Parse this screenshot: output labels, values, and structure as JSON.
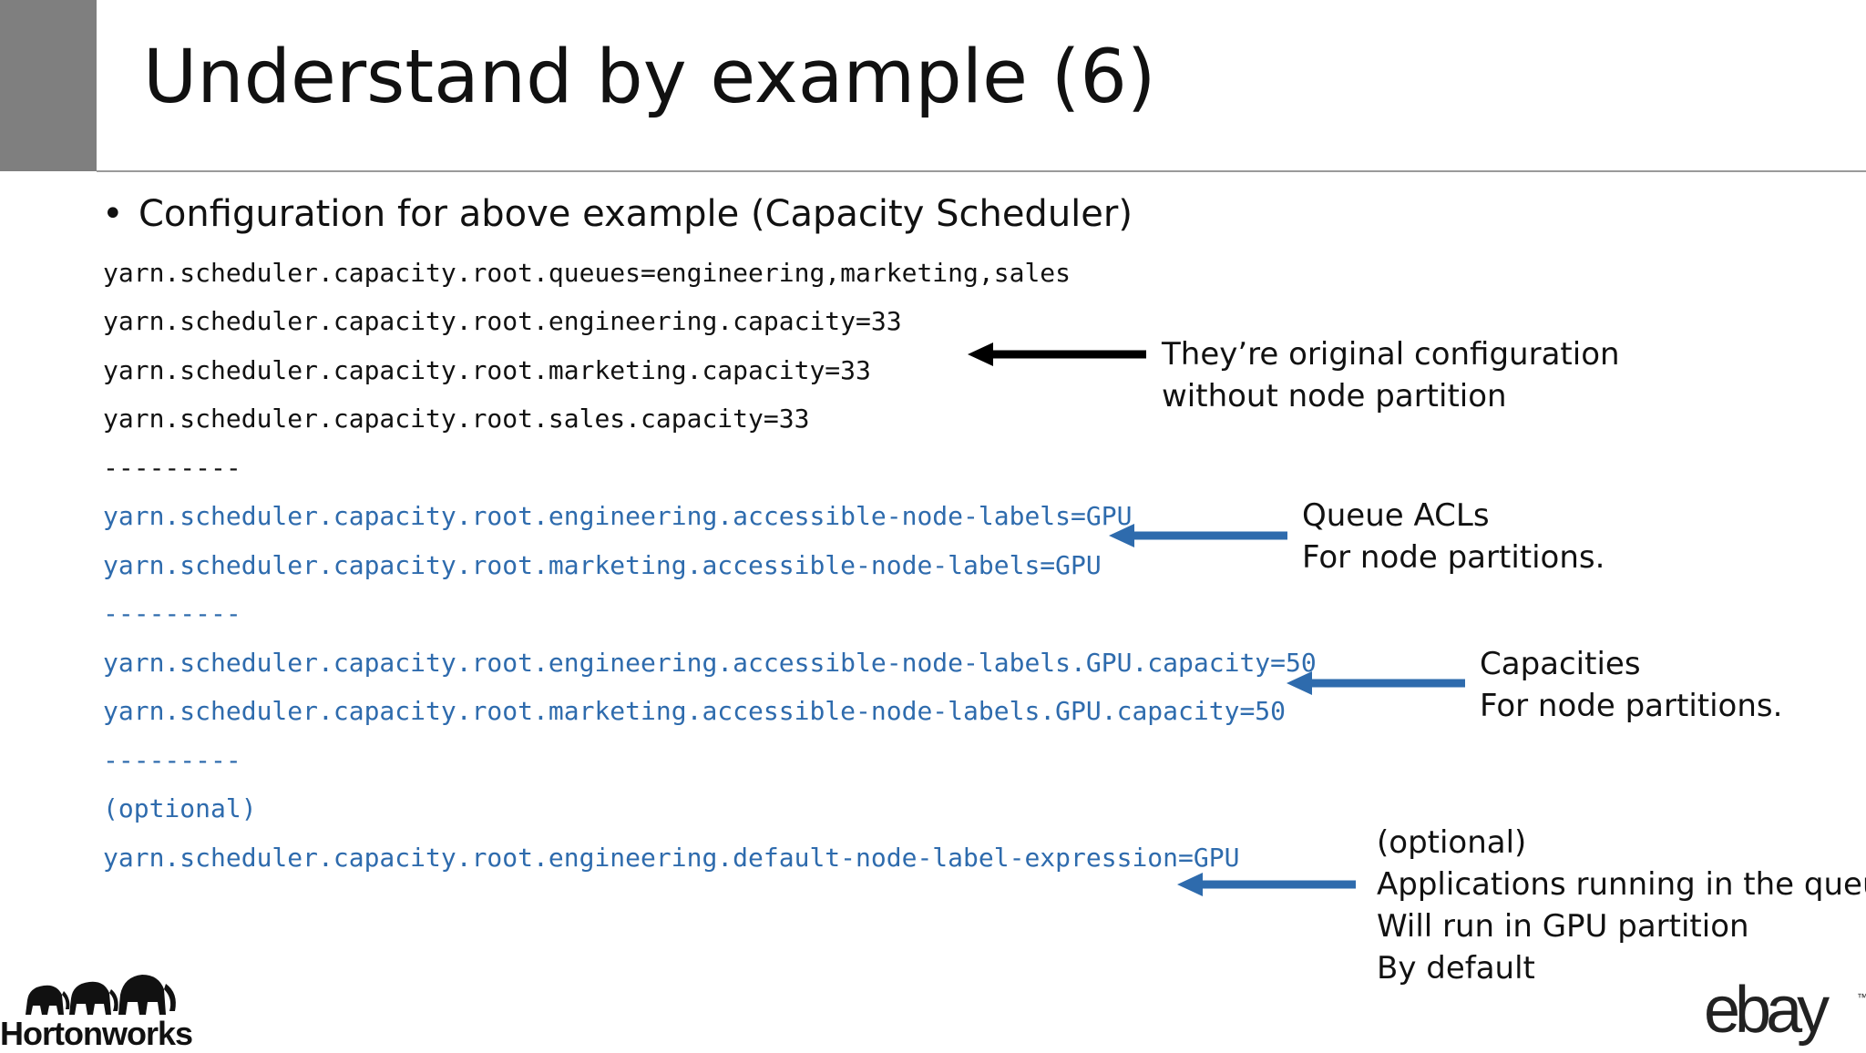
{
  "slide": {
    "title": "Understand by example (6)",
    "bullet": "Configuration for above example (Capacity Scheduler)",
    "code_lines": [
      "yarn.scheduler.capacity.root.queues=engineering,marketing,sales",
      "yarn.scheduler.capacity.root.engineering.capacity=33",
      "yarn.scheduler.capacity.root.marketing.capacity=33",
      "yarn.scheduler.capacity.root.sales.capacity=33",
      "---------",
      "yarn.scheduler.capacity.root.engineering.accessible-node-labels=GPU",
      "yarn.scheduler.capacity.root.marketing.accessible-node-labels=GPU",
      "---------",
      "yarn.scheduler.capacity.root.engineering.accessible-node-labels.GPU.capacity=50",
      "yarn.scheduler.capacity.root.marketing.accessible-node-labels.GPU.capacity=50",
      "---------",
      "(optional)",
      "yarn.scheduler.capacity.root.engineering.default-node-label-expression=GPU"
    ],
    "notes": [
      [
        "They’re original configuration",
        "without node partition"
      ],
      [
        "Queue ACLs",
        "For node partitions."
      ],
      [
        "Capacities",
        "For node partitions."
      ],
      [
        "(optional)",
        "Applications running in the queue",
        "Will run in GPU partition",
        "By default"
      ]
    ],
    "logos": {
      "left": "Hortonworks",
      "right": "ebay",
      "right_mark": "™"
    },
    "colors": {
      "code_blue": "#2e6bad",
      "arrow_blue": "#2e6bad",
      "title_bar": "#7f7f7f"
    }
  }
}
